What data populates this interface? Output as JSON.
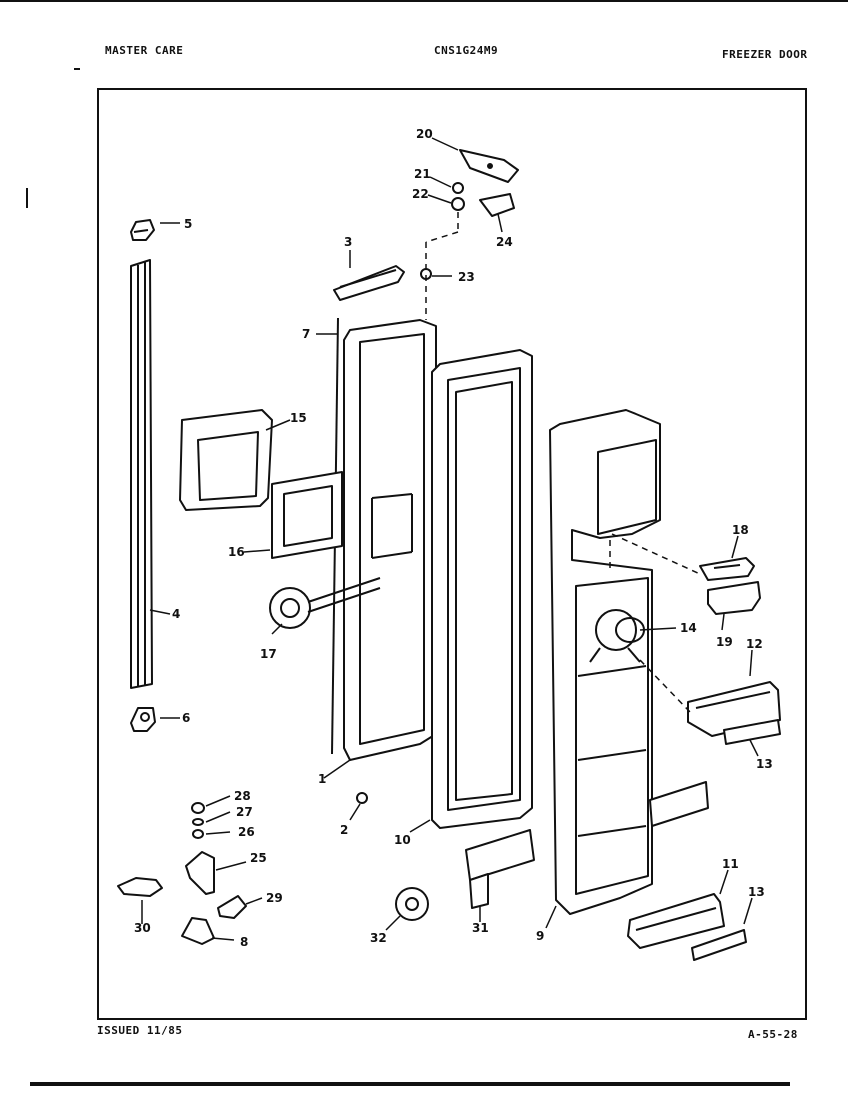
{
  "header": {
    "brand": "MASTER CARE",
    "model": "CNS1G24M9",
    "section": "FREEZER DOOR"
  },
  "footer": {
    "issued": "ISSUED 11/85",
    "page_code": "A-55-28"
  },
  "callouts": {
    "p1": "1",
    "p2": "2",
    "p3": "3",
    "p4": "4",
    "p5": "5",
    "p6": "6",
    "p7": "7",
    "p8": "8",
    "p9": "9",
    "p10": "10",
    "p11": "11",
    "p12": "12",
    "p13a": "13",
    "p13b": "13",
    "p14": "14",
    "p15": "15",
    "p16": "16",
    "p17": "17",
    "p18": "18",
    "p19": "19",
    "p20": "20",
    "p21": "21",
    "p22": "22",
    "p23": "23",
    "p24": "24",
    "p25": "25",
    "p26": "26",
    "p27": "27",
    "p28": "28",
    "p29": "29",
    "p30": "30",
    "p31": "31",
    "p32": "32"
  }
}
